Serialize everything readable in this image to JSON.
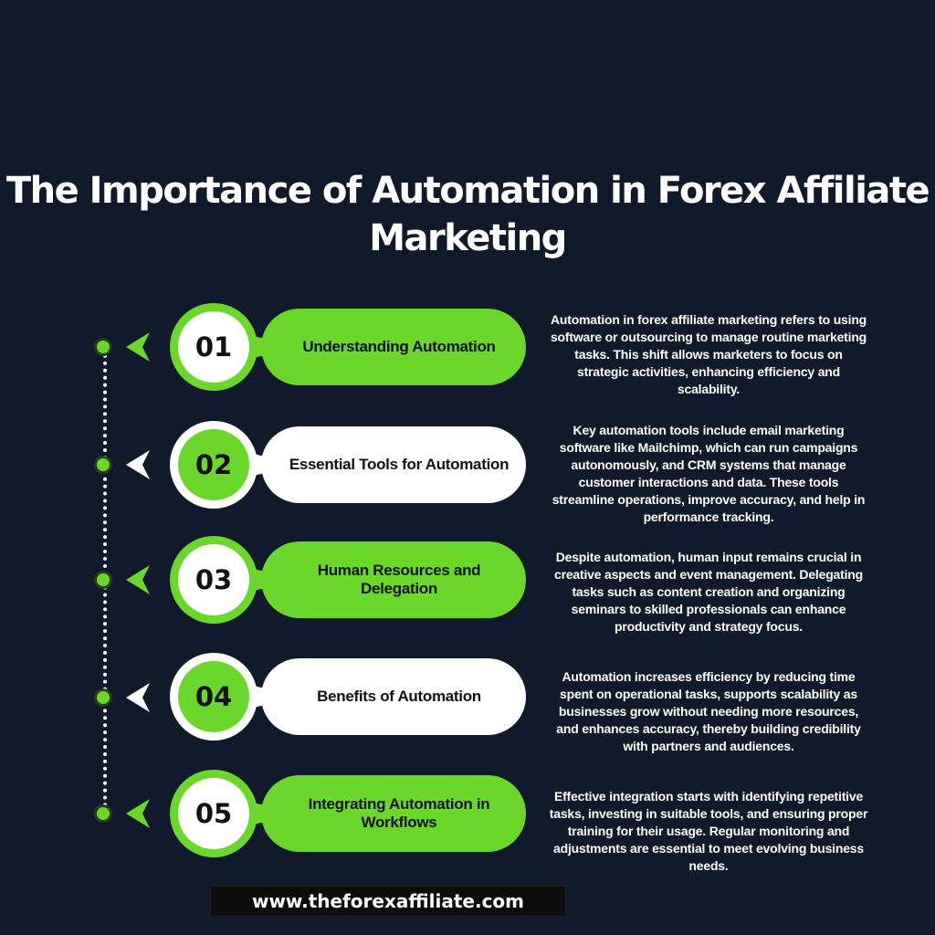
{
  "title": "The Importance of Automation in Forex Affiliate Marketing",
  "colors": {
    "background": "#111a2a",
    "accent": "#6bd72a",
    "white": "#ffffff"
  },
  "steps": [
    {
      "number": "01",
      "label": "Understanding Automation",
      "style": "green",
      "description": "Automation in forex affiliate marketing refers to using software or outsourcing to manage routine marketing tasks. This shift allows marketers to focus on strategic activities, enhancing efficiency and scalability."
    },
    {
      "number": "02",
      "label": "Essential Tools for Automation",
      "style": "white",
      "description": "Key automation tools include email marketing software like Mailchimp, which can run campaigns autonomously, and CRM systems that manage customer interactions and data. These tools streamline operations, improve accuracy, and help in performance tracking."
    },
    {
      "number": "03",
      "label": "Human Resources and Delegation",
      "style": "green",
      "description": "Despite automation, human input remains crucial in creative aspects and event management. Delegating tasks such as content creation and organizing seminars to skilled professionals can enhance productivity and strategy focus."
    },
    {
      "number": "04",
      "label": "Benefits of Automation",
      "style": "white",
      "description": "Automation increases efficiency by reducing time spent on operational tasks, supports scalability as businesses grow without needing more resources, and enhances accuracy, thereby building credibility with partners and audiences."
    },
    {
      "number": "05",
      "label": "Integrating Automation in Workflows",
      "style": "green",
      "description": "Effective integration starts with identifying repetitive tasks, investing in suitable tools, and ensuring proper training for their usage. Regular monitoring and adjustments are essential to meet evolving business needs."
    }
  ],
  "footer": {
    "url": "www.theforexaffiliate.com"
  }
}
